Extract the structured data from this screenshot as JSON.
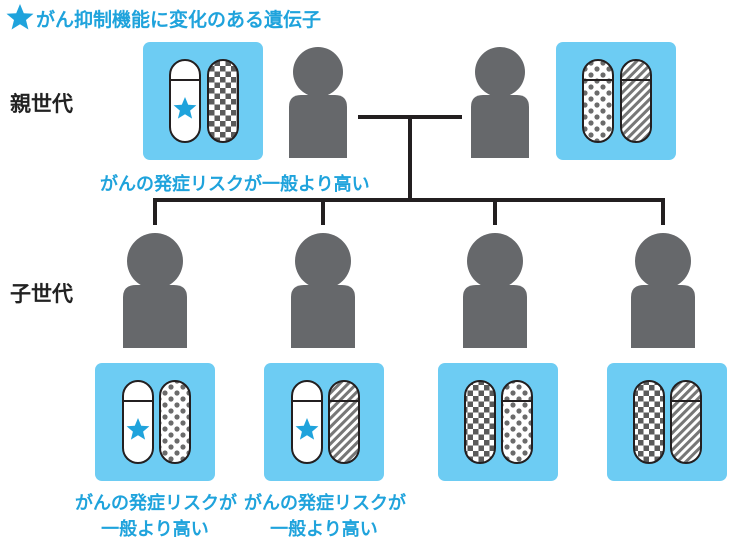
{
  "legend": {
    "label": "がん抑制機能に変化のある遺伝子",
    "icon": "star-icon",
    "color": "#1fa3dc"
  },
  "generations": {
    "parent": "親世代",
    "child": "子世代"
  },
  "risk_text": "がんの発症リスクが一般より高い",
  "risk_line1": "がんの発症リスクが",
  "risk_line2": "一般より高い",
  "colors": {
    "box": "#6dccf3",
    "person": "#66686b",
    "line": "#231f20",
    "accent": "#1fa3dc"
  }
}
